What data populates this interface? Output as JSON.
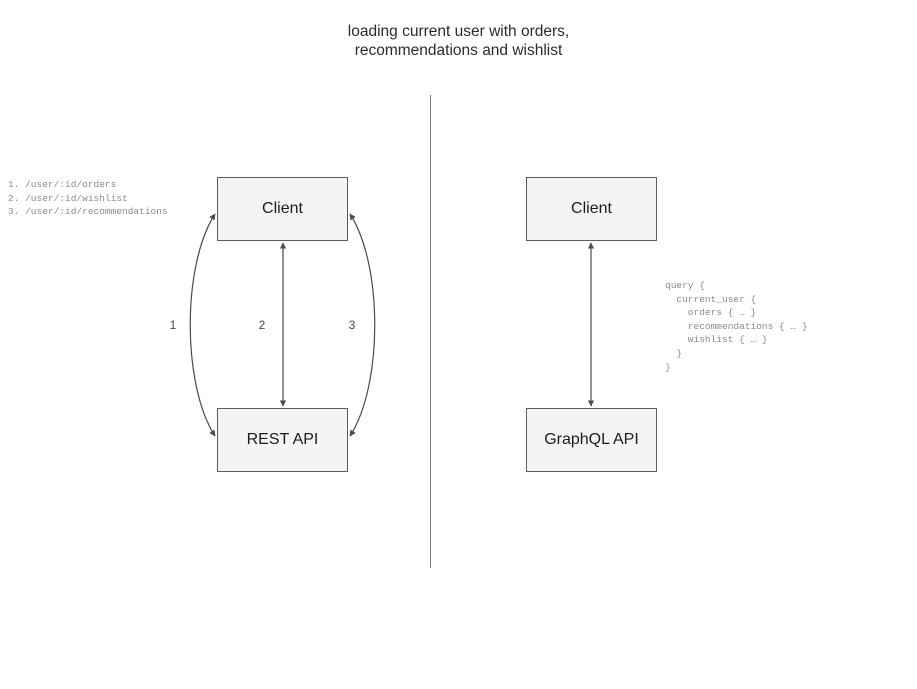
{
  "title": "loading current user with orders,\nrecommendations and wishlist",
  "divider": {
    "label": "vertical-divider"
  },
  "rest_side": {
    "client_node": "Client",
    "api_node": "REST API",
    "endpoints": "1. /user/:id/orders\n2. /user/:id/wishlist\n3. /user/:id/recommendations",
    "edge_labels": [
      "1",
      "2",
      "3"
    ]
  },
  "graphql_side": {
    "client_node": "Client",
    "api_node": "GraphQL API",
    "query": "query {\n  current_user {\n    orders { … }\n    recommendations { … }\n    wishlist { … }\n  }\n}"
  },
  "colors": {
    "background": "#ffffff",
    "node_fill": "#f4f4f4",
    "node_border": "#5c5c5c",
    "edge_stroke": "#4a4a4a",
    "divider": "#7a7a7a",
    "title_text": "#2b2b2b",
    "code_text": "#8a8a8a"
  }
}
